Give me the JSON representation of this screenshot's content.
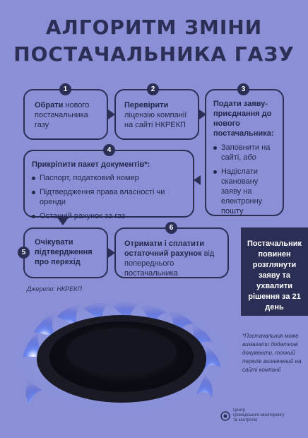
{
  "title_line1": "АЛГОРИТМ ЗМІНИ",
  "title_line2": "ПОСТАЧАЛЬНИКА ГАЗУ",
  "steps": [
    {
      "num": "1",
      "bold": "Обрати",
      "text": " нового постачальника газу"
    },
    {
      "num": "2",
      "bold": "Перевірити",
      "text": " ліцензію компанії на сайті НКРЕКП"
    },
    {
      "num": "3",
      "bold": "Подати заяву-приєднання до нового постачальника:",
      "bullets": [
        "Заповнити на сайті, або",
        "Надіслати скановану заяву на електронну пошту"
      ]
    },
    {
      "num": "4",
      "bold": "Прикріпити пакет документів*:",
      "bullets": [
        "Паспорт, податковий номер",
        "Підтвердження права власності чи оренди",
        "Останній рахунок за газ"
      ]
    },
    {
      "num": "5",
      "bold": "Очікувати підтвердження про перехід",
      "text": ""
    },
    {
      "num": "6",
      "bold": "Отримати і сплатити остаточний рахунок",
      "text": " від попереднього постачальника"
    }
  ],
  "step3_bullet1_a": "Заповнити на сайті, ",
  "step3_bullet1_b": "або",
  "callout": "Постачальник повинен розглянути заяву та ухвалити рішення за 21 день",
  "source": "Джерело: НКРЕКП",
  "note": "*Постачальник може вимагати додаткові документи, точний перелік визначений на сайті компанії",
  "org_line1": "Центр",
  "org_line2": "громадського моніторингу",
  "org_line3": "та контролю",
  "colors": {
    "background": "#8a8fd6",
    "dark": "#2b2f55",
    "flame_blue": "#3f57d8"
  }
}
